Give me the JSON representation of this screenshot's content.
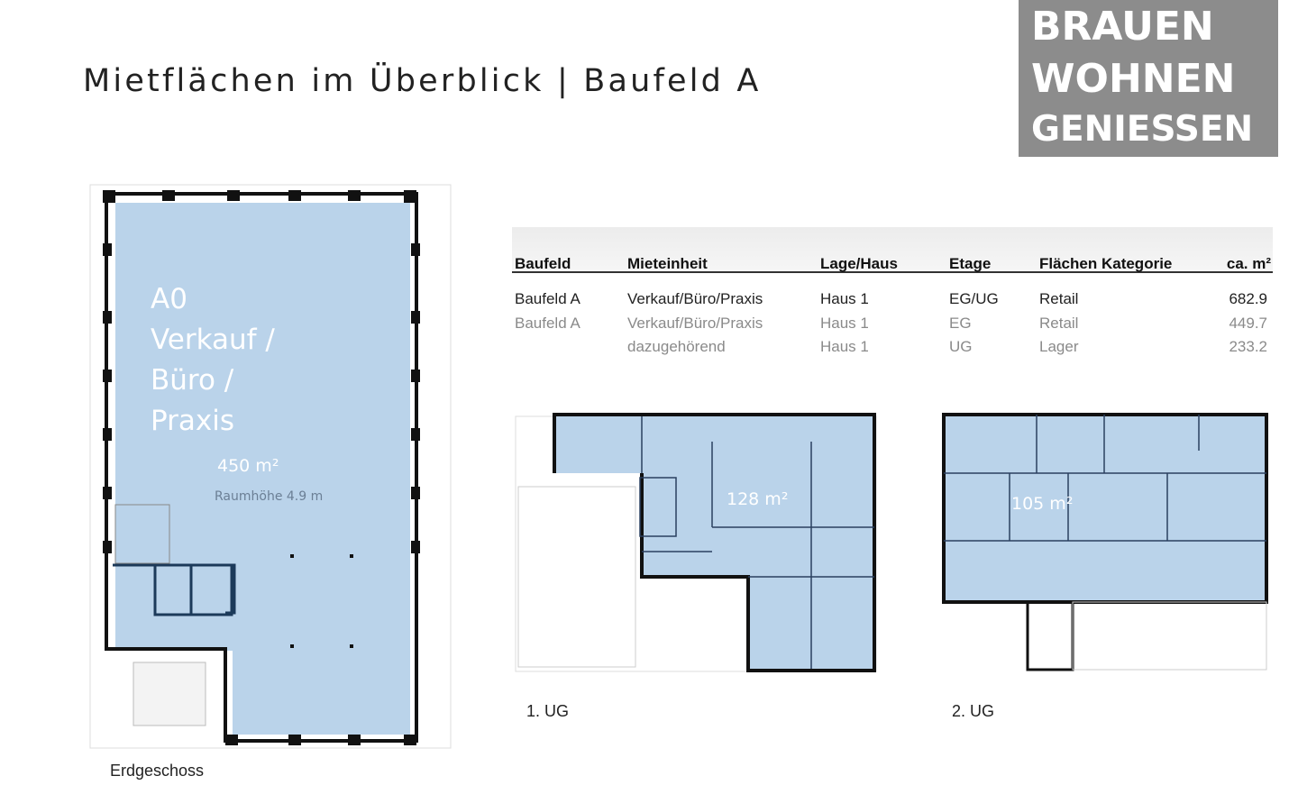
{
  "title": "Mietflächen im Überblick | Baufeld A",
  "logo": {
    "lines": [
      "BRAUEN",
      "WOHNEN",
      "GENIESSEN"
    ],
    "background": "#8c8c8c"
  },
  "table": {
    "headers": [
      "Baufeld",
      "Mieteinheit",
      "Lage/Haus",
      "Etage",
      "Flächen Kategorie",
      "ca. m²"
    ],
    "rows": [
      [
        "Baufeld A",
        "Verkauf/Büro/Praxis",
        "Haus 1",
        "EG/UG",
        "Retail",
        "682.9"
      ],
      [
        "Baufeld A",
        "Verkauf/Büro/Praxis",
        "Haus 1",
        "EG",
        "Retail",
        "449.7"
      ],
      [
        "",
        "dazugehörend",
        "Haus 1",
        "UG",
        "Lager",
        "233.2"
      ]
    ]
  },
  "plans": {
    "eg": {
      "unit": "A0",
      "line1": "Verkauf /",
      "line2": "Büro /",
      "line3": "Praxis",
      "area": "450 m²",
      "height": "Raumhöhe 4.9 m",
      "label": "Erdgeschoss"
    },
    "ug1": {
      "area": "128 m²",
      "label": "1. UG"
    },
    "ug2": {
      "area": "105 m²",
      "label": "2. UG"
    }
  },
  "colors": {
    "floor_fill": "#bad3ea",
    "wall": "#111111"
  }
}
